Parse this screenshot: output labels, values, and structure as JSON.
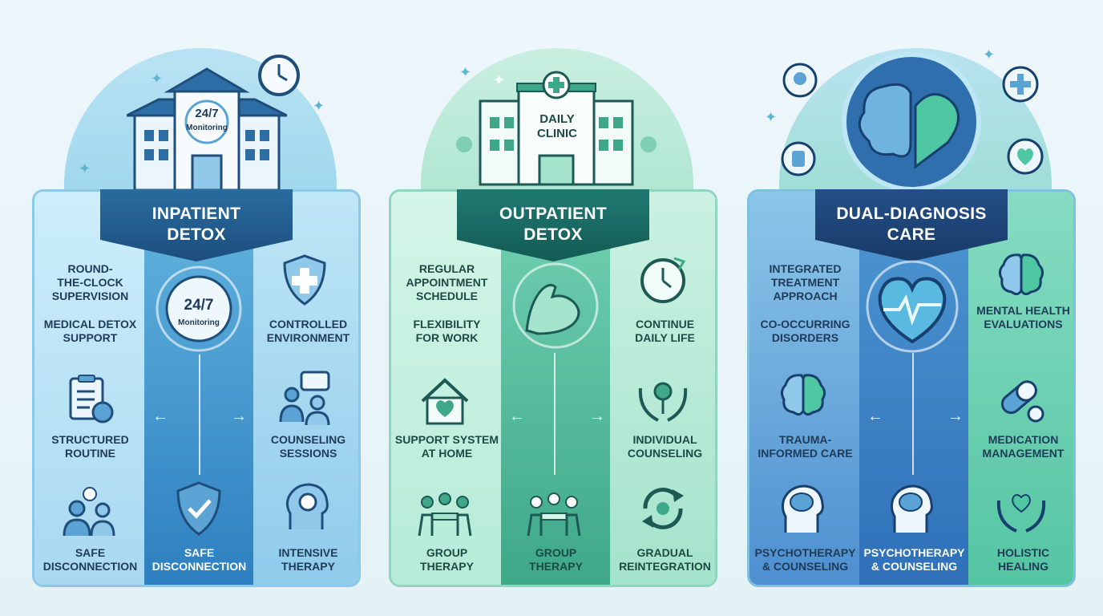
{
  "panels": [
    {
      "id": "inpatient",
      "title_line1": "INPATIENT",
      "title_line2": "DETOX",
      "building_text_line1": "24/7",
      "building_text_line2": "Monitoring",
      "center_badge_line1": "24/7",
      "center_badge_line2": "Monitoring",
      "left": [
        {
          "text": "ROUND-\nTHE-CLOCK\nSUPERVISION",
          "icon": "none"
        },
        {
          "text": "MEDICAL DETOX\nSUPPORT",
          "icon": "none"
        },
        {
          "text": "STRUCTURED\nROUTINE",
          "icon": "clipboard-clock-icon"
        },
        {
          "text": "SAFE\nDISCONNECTION",
          "icon": "people-question-icon"
        }
      ],
      "middle": [
        {
          "text": "SAFE\nDISCONNECTION",
          "icon": "shield-check-icon"
        }
      ],
      "right": [
        {
          "text": "CONTROLLED\nENVIRONMENT",
          "icon": "shield-cross-icon"
        },
        {
          "text": "COUNSELING\nSESSIONS",
          "icon": "counseling-chat-icon"
        },
        {
          "text": "INTENSIVE\nTHERAPY",
          "icon": "head-bulb-icon"
        }
      ]
    },
    {
      "id": "outpatient",
      "title_line1": "OUTPATIENT",
      "title_line2": "DETOX",
      "building_text_line1": "DAILY",
      "building_text_line2": "CLINIC",
      "left": [
        {
          "text": "REGULAR\nAPPOINTMENT\nSCHEDULE",
          "icon": "none"
        },
        {
          "text": "FLEXIBILITY\nFOR WORK",
          "icon": "none"
        },
        {
          "text": "SUPPORT SYSTEM\nAT HOME",
          "icon": "house-heart-icon"
        },
        {
          "text": "GROUP\nTHERAPY",
          "icon": "group-table-icon"
        }
      ],
      "middle": [
        {
          "text": "GROUP\nTHERAPY",
          "icon": "group-table-icon"
        }
      ],
      "right": [
        {
          "text": "CONTINUE\nDAILY LIFE",
          "icon": "clock-arrow-icon"
        },
        {
          "text": "INDIVIDUAL\nCOUNSELING",
          "icon": "hands-person-icon"
        },
        {
          "text": "GRADUAL\nREINTEGRATION",
          "icon": "cycle-arrows-icon"
        }
      ]
    },
    {
      "id": "dual",
      "title_line1": "DUAL-DIAGNOSIS",
      "title_line2": "CARE",
      "left": [
        {
          "text": "INTEGRATED\nTREATMENT\nAPPROACH",
          "icon": "none"
        },
        {
          "text": "CO-OCCURRING\nDISORDERS",
          "icon": "none"
        },
        {
          "text": "TRAUMA-\nINFORMED CARE",
          "icon": "brain-icon"
        },
        {
          "text": "PSYCHOTHERAPY\n& COUNSELING",
          "icon": "head-brain-icon"
        }
      ],
      "middle": [
        {
          "text": "PSYCHOTHERAPY\n& COUNSELING",
          "icon": "head-brain-icon"
        }
      ],
      "right": [
        {
          "text": "MENTAL HEALTH\nEVALUATIONS",
          "icon": "brain-icon"
        },
        {
          "text": "MEDICATION\nMANAGEMENT",
          "icon": "pill-icon"
        },
        {
          "text": "HOLISTIC\nHEALING",
          "icon": "hands-heart-icon"
        }
      ]
    }
  ],
  "colors": {
    "inpatient_accent": "#2e7fc0",
    "outpatient_accent": "#3ea888",
    "dual_accent": "#2f70b8",
    "text_dark": "#1f3b58"
  }
}
